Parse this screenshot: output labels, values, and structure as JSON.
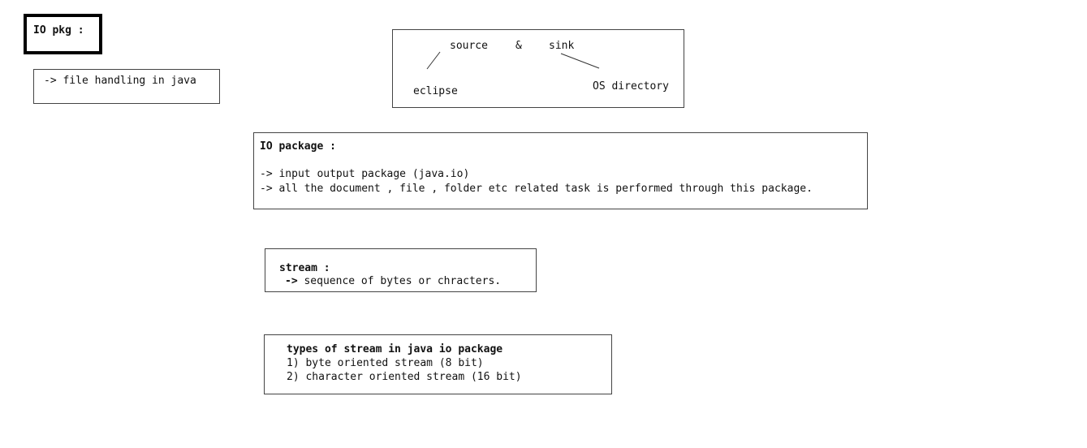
{
  "title_box": {
    "text": "IO pkg :"
  },
  "file_box": {
    "text": "-> file handling in java"
  },
  "source_sink": {
    "source": "source",
    "ampersand": "&",
    "sink": "sink",
    "eclipse": "eclipse",
    "os_directory": "OS directory"
  },
  "io_package": {
    "heading": "IO package :",
    "lines": [
      "-> input output package (java.io)",
      "-> all the document , file , folder etc related task is performed through this package."
    ]
  },
  "stream": {
    "heading": "stream :",
    "arrow": "->",
    "definition": "sequence of bytes or chracters."
  },
  "types_of_stream": {
    "heading": "types of stream in java io package",
    "items": [
      "1) byte oriented stream (8 bit)",
      "2) character oriented stream (16 bit)"
    ]
  }
}
